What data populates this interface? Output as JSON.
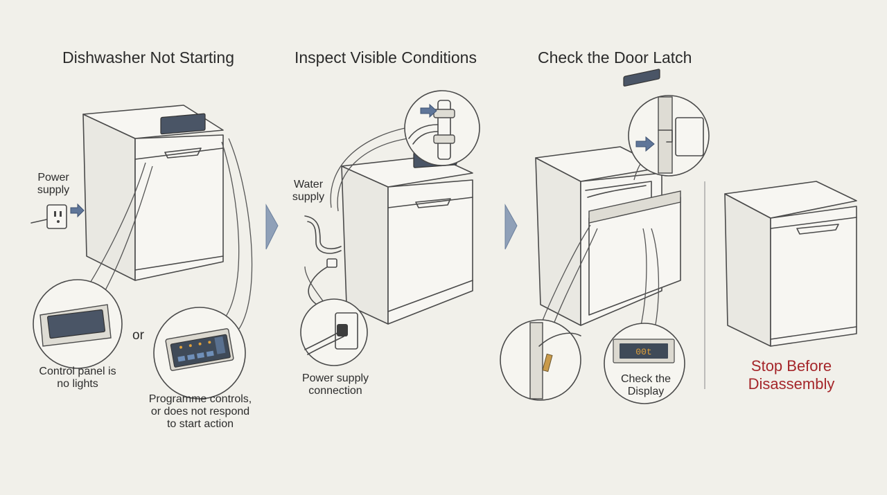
{
  "titles": {
    "step1": "Dishwasher Not Starting",
    "step2": "Inspect Visible Conditions",
    "step3": "Check the Door Latch"
  },
  "labels": {
    "power_supply": [
      "Power",
      "supply"
    ],
    "or": "or",
    "control_panel": [
      "Control panel is",
      "no lights"
    ],
    "programme_controls": [
      "Programme controls,",
      "or does not respond",
      "to start action"
    ],
    "water_supply": [
      "Water",
      "supply"
    ],
    "power_connection": [
      "Power supply",
      "connection"
    ],
    "check_display": [
      "Check the",
      "Display"
    ],
    "display_readout": "00t"
  },
  "warning": [
    "Stop Before",
    "Disassembly"
  ],
  "colors": {
    "background": "#f1f0ea",
    "warning_red": "#a5262a",
    "arrow_blue": "#5f7699",
    "chevron_blue": "#8fa0b8",
    "display_amber": "#e2a23a"
  },
  "icons": [
    "chevron-right-icon",
    "arrow-right-icon",
    "power-outlet-icon",
    "plug-icon",
    "water-valve-icon",
    "door-latch-icon"
  ]
}
